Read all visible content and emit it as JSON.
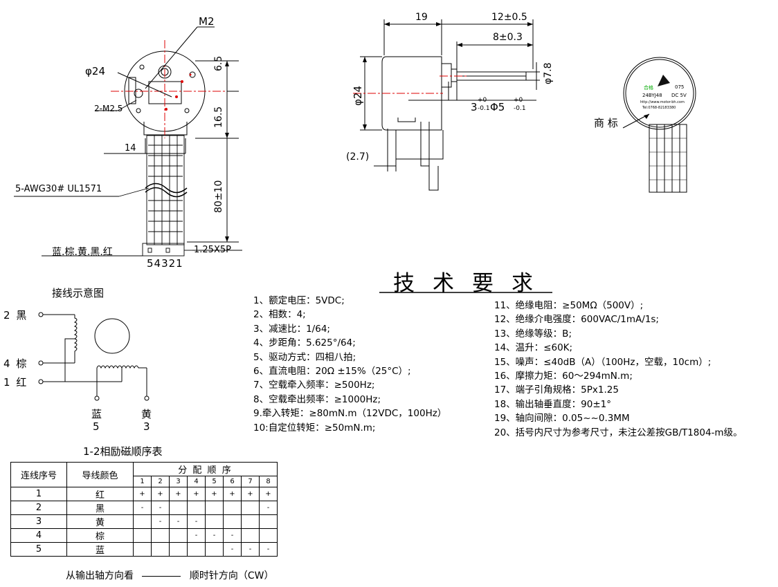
{
  "front_view": {
    "label_m2": "M2",
    "label_dia24": "φ24",
    "label_2m25": "2-M2.5",
    "dim_14": "14",
    "dim_65": "6.5",
    "dim_165": "16.5",
    "dim_80": "80±10",
    "cable": "5-AWG30# UL1571",
    "wire_colors": "蓝.棕.黄.黑.红",
    "connector": "1.25X5P",
    "pins": "54321"
  },
  "side_view": {
    "dim_19": "19",
    "dim_12": "12±0.5",
    "dim_8": "8±0.3",
    "dim_dia24": "φ24",
    "dim_dia78": "φ7.8",
    "dim_3": "3",
    "dim_3_tol_up": "+0",
    "dim_3_tol_dn": "-0.1",
    "dim_5": "Φ5",
    "dim_5_tol_up": "+0",
    "dim_5_tol_dn": "-0.1",
    "dim_27": "(2.7)"
  },
  "logo_view": {
    "trademark_label": "商 标",
    "label_model": "24BYJ48",
    "label_voltage": "DC 5V",
    "label_green": "合格",
    "label_code": "075",
    "label_url": "http://www.motor-bh.com",
    "label_tel": "Tel:0768-82183380"
  },
  "wiring": {
    "title": "接线示意图",
    "terminals": [
      {
        "num": "2",
        "color": "黑"
      },
      {
        "num": "4",
        "color": "棕"
      },
      {
        "num": "1",
        "color": "红"
      }
    ],
    "bottom": [
      {
        "color": "蓝",
        "num": "5"
      },
      {
        "color": "黄",
        "num": "3"
      }
    ]
  },
  "requirements": {
    "title": "技术要求",
    "left": [
      "1、额定电压：5VDC;",
      "2、相数：4;",
      "3、减速比：1/64;",
      "4、步距角：5.625°/64;",
      "5、驱动方式：四相八拍;",
      "6、直流电阻：20Ω ±15%（25°C）;",
      "7、空载牵入频率：≥500Hz;",
      "8、空载牵出频率：≥1000Hz;",
      "9.牵入转矩：≥80mN.m（12VDC，100Hz）",
      "10:自定位转矩：≥50mN.m;"
    ],
    "right": [
      "11、绝缘电阻：≥50MΩ（500V）;",
      "12、绝缘介电强度：600VAC/1mA/1s;",
      "13、绝缘等级：B;",
      "14、温升：≤60K;",
      "15、噪声：≤40dB（A）（100Hz，空载，10cm）;",
      "16、摩擦力矩：60～294mN.m;",
      "17、端子引角规格：5Px1.25",
      "18、输出轴垂直度：90±1°",
      "19、轴向间隙：0.05~~0.3MM",
      "20、括号内尺寸为参考尺寸，未注公差按GB/T1804-m级。"
    ]
  },
  "sequence_table": {
    "caption": "1-2相励磁顺序表",
    "header_seq": "连线序号",
    "header_color": "导线颜色",
    "header_dist": "分 配 顺 序",
    "steps": [
      "1",
      "2",
      "3",
      "4",
      "5",
      "6",
      "7",
      "8"
    ],
    "rows": [
      {
        "seq": "1",
        "color": "红",
        "cells": [
          "+",
          "+",
          "+",
          "+",
          "+",
          "+",
          "+",
          "+"
        ]
      },
      {
        "seq": "2",
        "color": "黑",
        "cells": [
          "-",
          "-",
          "",
          "",
          "",
          "",
          "",
          "-"
        ]
      },
      {
        "seq": "3",
        "color": "黄",
        "cells": [
          "",
          "-",
          "-",
          "-",
          "",
          "",
          "",
          ""
        ]
      },
      {
        "seq": "4",
        "color": "棕",
        "cells": [
          "",
          "",
          "",
          "-",
          "-",
          "-",
          "",
          ""
        ]
      },
      {
        "seq": "5",
        "color": "蓝",
        "cells": [
          "",
          "",
          "",
          "",
          "",
          "-",
          "-",
          "-"
        ]
      }
    ],
    "footer_left": "从输出轴方向看",
    "footer_right": "顺时针方向（CW）"
  }
}
